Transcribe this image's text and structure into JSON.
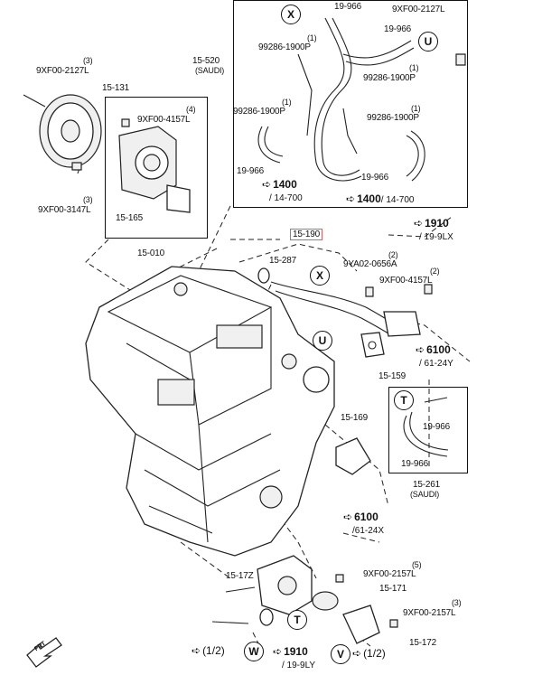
{
  "box_520": {
    "part": "15-520",
    "note": "(SAUDI)"
  },
  "box_261": {
    "part": "15-261",
    "note": "(SAUDI)"
  },
  "parts": {
    "p_9xf_2127_top": "9XF00-2127L",
    "p_9xf_2127_qty": "(3)",
    "p_15_131": "15-131",
    "p_9xf_4157_pump_qty": "(4)",
    "p_9xf_4157_pump": "9XF00-4157L",
    "p_9xf_3147_qty": "(3)",
    "p_9xf_3147": "9XF00-3147L",
    "p_15_165": "15-165",
    "p_15_010": "15-010",
    "p_19_966_a": "19-966",
    "p_9xf_2127_r": "9XF00-2127L",
    "p_99286_a_qty": "(1)",
    "p_99286_a": "99286-1900P",
    "p_19_966_b": "19-966",
    "p_99286_b_qty": "(1)",
    "p_99286_b": "99286-1900P",
    "p_99286_c_qty": "(1)",
    "p_99286_c": "99286-1900P",
    "p_99286_d_qty": "(1)",
    "p_99286_d": "99286-1900P",
    "p_19_966_c": "19-966",
    "p_19_966_d": "19-966",
    "p_15_190": "15-190",
    "p_15_287": "15-287",
    "p_9ya_qty": "(2)",
    "p_9ya": "9YA02-0656A",
    "p_9xf_4157_qty": "(2)",
    "p_9xf_4157": "9XF00-4157L",
    "p_15_159": "15-159",
    "p_15_169": "15-169",
    "p_19_966_e": "19-966",
    "p_19_966_f": "19-966",
    "p_15_17z": "15-17Z",
    "p_9xf_2157_qty": "(5)",
    "p_9xf_2157": "9XF00-2157L",
    "p_15_171": "15-171",
    "p_9xf_2157b_qty": "(3)",
    "p_9xf_2157b": "9XF00-2157L",
    "p_15_172": "15-172"
  },
  "refs": {
    "r1400a": {
      "num": "1400",
      "sub": "/ 14-700"
    },
    "r1400b": {
      "num": "1400",
      "sub": "/ 14-700"
    },
    "r1910a": {
      "num": "1910",
      "sub": "/ 19-9LX"
    },
    "r6100a": {
      "num": "6100",
      "sub": "/ 61-24Y"
    },
    "r6100b": {
      "num": "6100",
      "sub": "/61-24X"
    },
    "r1910b": {
      "num": "1910",
      "sub": "/ 19-9LY"
    },
    "r_w": {
      "text": "(1/2)"
    },
    "r_v": {
      "text": "(1/2)"
    }
  },
  "markers": {
    "x": "X",
    "u": "U",
    "t": "T",
    "w": "W",
    "v": "V"
  },
  "front_tag": "FRT"
}
